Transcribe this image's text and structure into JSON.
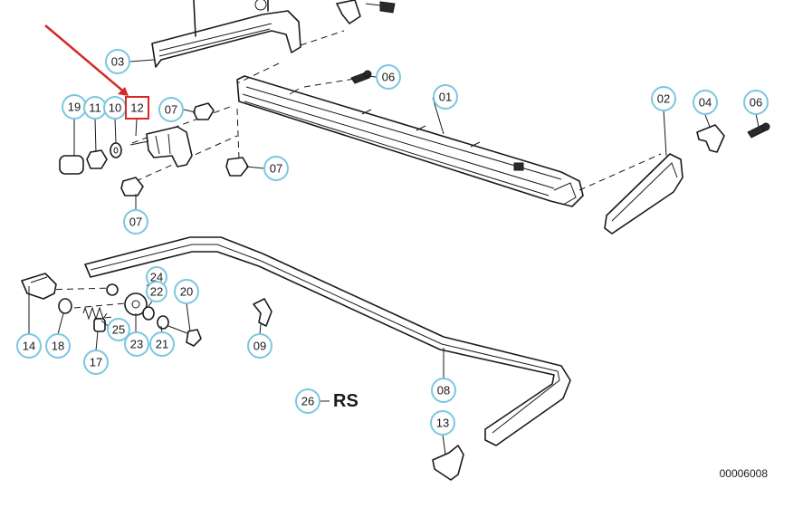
{
  "diagram": {
    "figure_code": "00006008",
    "side_marker": "RS",
    "highlight_color": "#d62828",
    "callout_color": "#7cc7e0",
    "highlighted_part": "12",
    "callouts": {
      "c01": "01",
      "c02": "02",
      "c03": "03",
      "c04": "04",
      "c06a": "06",
      "c06b": "06",
      "c07a": "07",
      "c07b": "07",
      "c07c": "07",
      "c08": "08",
      "c09": "09",
      "c10": "10",
      "c11": "11",
      "c12": "12",
      "c13": "13",
      "c14": "14",
      "c17": "17",
      "c18": "18",
      "c19": "19",
      "c20": "20",
      "c21": "21",
      "c22": "22",
      "c23": "23",
      "c24": "24",
      "c25": "25",
      "c26": "26"
    }
  }
}
